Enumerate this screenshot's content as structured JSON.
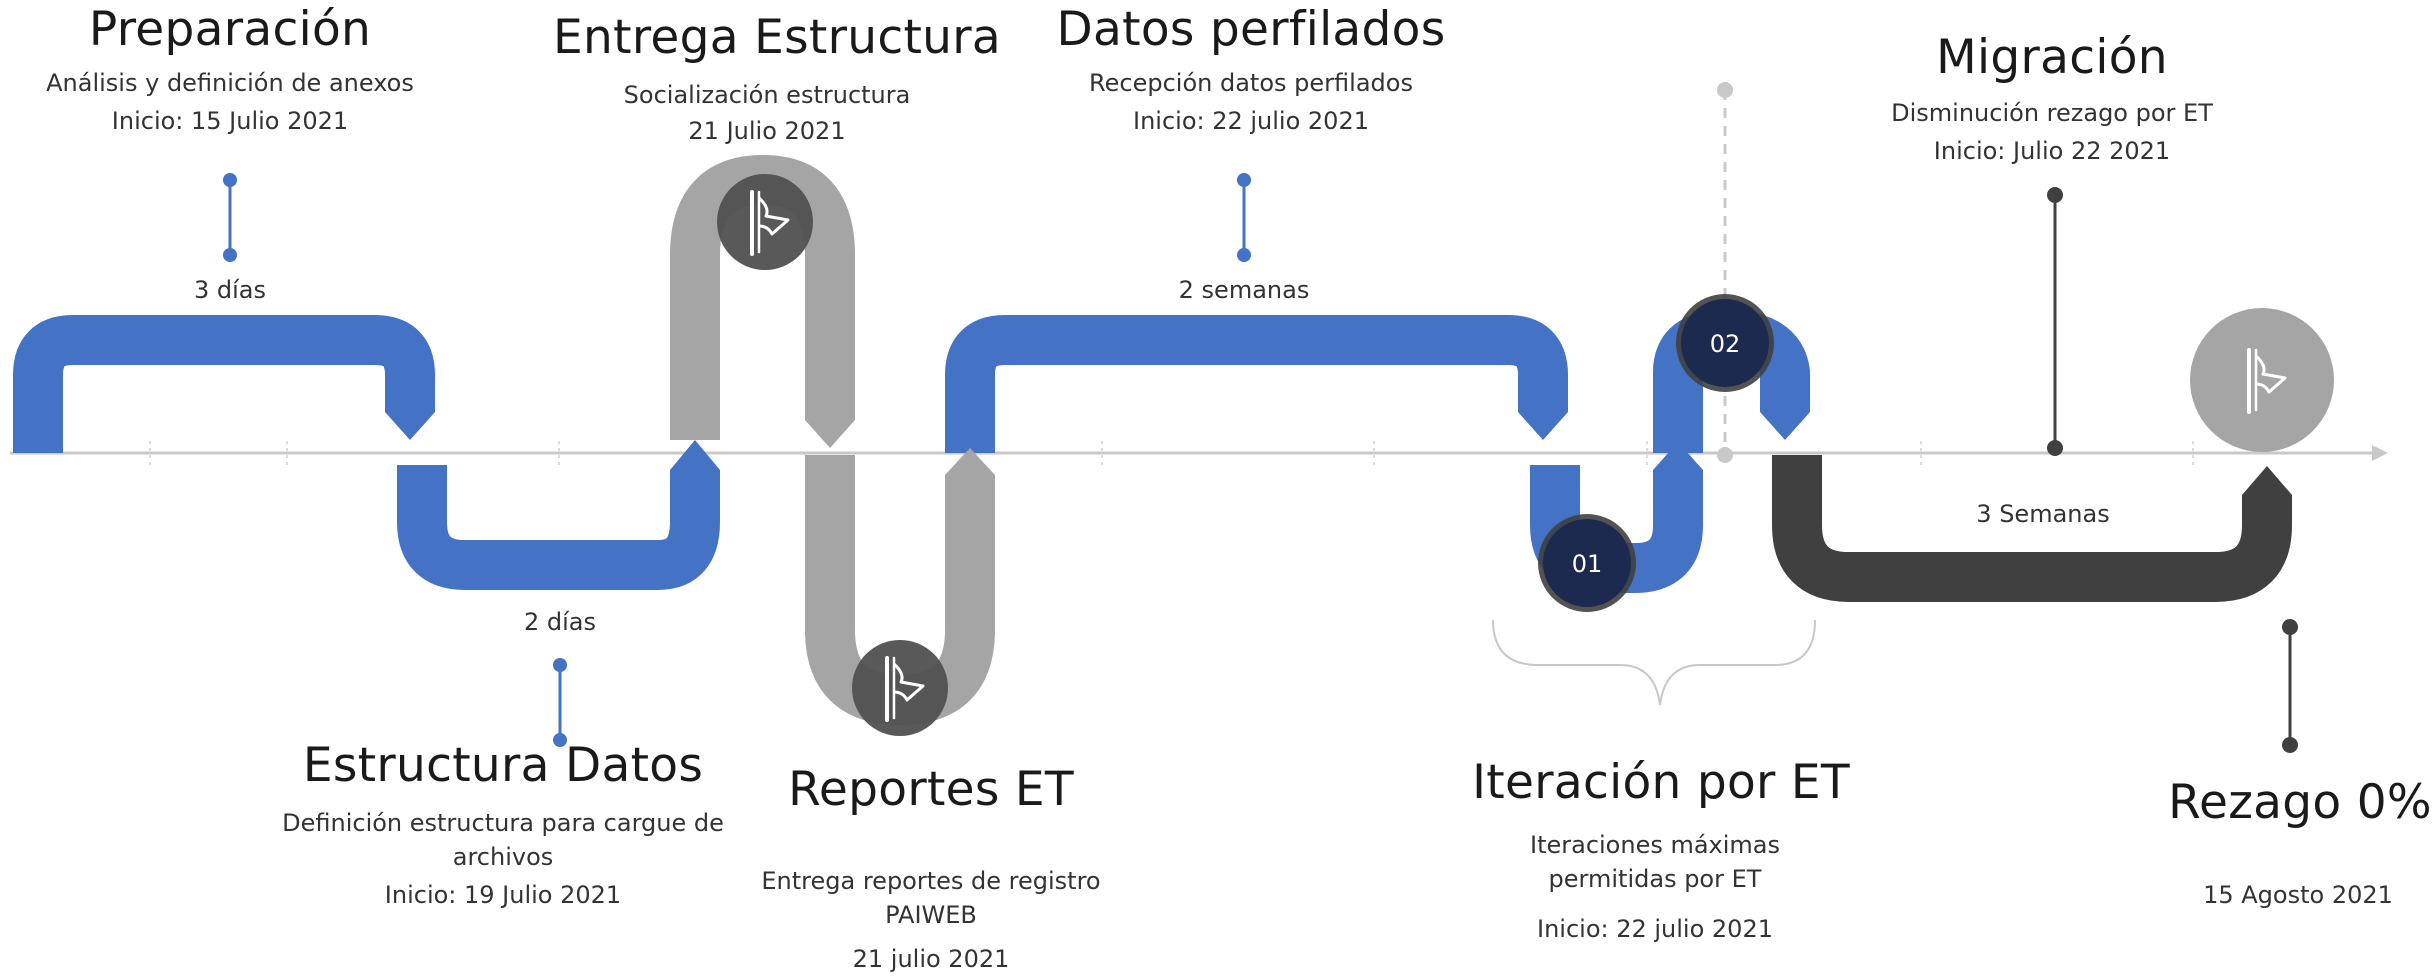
{
  "colors": {
    "blue": "#4472c4",
    "gray": "#a5a5a5",
    "dark": "#404040",
    "navy": "#1b2a4e",
    "flag_circle_dark": "#505050",
    "flag_circle_light": "#a5a5a5",
    "axis": "#c8c8c8"
  },
  "milestones": {
    "preparacion": {
      "title": "Preparación",
      "desc": "Análisis y definición de anexos",
      "date": "Inicio: 15 Julio 2021",
      "duration": "3 días"
    },
    "estructura_datos": {
      "title": "Estructura Datos",
      "desc_line1": "Definición estructura para cargue de",
      "desc_line2": "archivos",
      "date": "Inicio: 19 Julio 2021",
      "duration": "2 días"
    },
    "entrega_estructura": {
      "title": "Entrega Estructura",
      "desc": "Socialización estructura",
      "date": "21 Julio 2021"
    },
    "reportes_et": {
      "title": "Reportes ET",
      "desc_line1": "Entrega reportes de registro",
      "desc_line2": "PAIWEB",
      "date": "21 julio 2021"
    },
    "datos_perfilados": {
      "title": "Datos perfilados",
      "desc": "Recepción datos perfilados",
      "date": "Inicio: 22 julio 2021",
      "duration": "2 semanas"
    },
    "iteracion_et": {
      "title": "Iteración por ET",
      "desc_line1": "Iteraciones máximas",
      "desc_line2": "permitidas por ET",
      "date": "Inicio: 22 julio 2021"
    },
    "migracion": {
      "title": "Migración",
      "desc": "Disminución rezago por ET",
      "date": "Inicio: Julio 22 2021",
      "duration": "3 Semanas"
    },
    "rezago": {
      "title": "Rezago 0%",
      "date": "15 Agosto 2021"
    }
  },
  "iterations": {
    "first": "01",
    "second": "02"
  },
  "icons": {
    "flag": "flag-icon"
  }
}
